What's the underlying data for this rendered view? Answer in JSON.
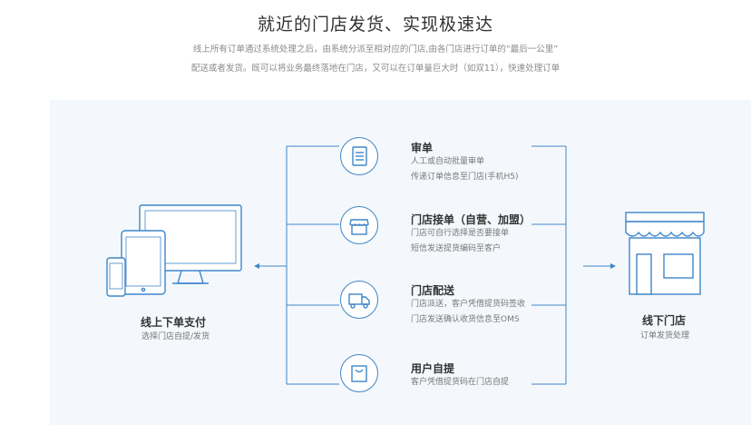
{
  "header": {
    "title": "就近的门店发货、实现极速达",
    "intro_line1": "线上所有订单通过系统处理之后，由系统分派至相对应的门店,由各门店进行订单的“最后一公里”",
    "intro_line2": "配送或者发货。既可以将业务最终落地在门店，又可以在订单量巨大时（如双11），快速处理订单"
  },
  "left": {
    "title": "线上下单支付",
    "subtitle": "选择门店自提/发货"
  },
  "right": {
    "title": "线下门店",
    "subtitle": "订单发货处理"
  },
  "steps": [
    {
      "icon": "document-icon",
      "title": "审单",
      "desc1": "人工或自动批量审单",
      "desc2": "传递订单信息至门店(手机H5)"
    },
    {
      "icon": "storefront-icon",
      "title": "门店接单（自营、加盟）",
      "desc1": "门店可自行选择是否要接单",
      "desc2": "短信发送提货编码至客户"
    },
    {
      "icon": "delivery-truck-icon",
      "title": "门店配送",
      "desc1": "门店派送，客户凭借提货码签收",
      "desc2": "门店发送确认收货信息至OMS"
    },
    {
      "icon": "shopping-bag-icon",
      "title": "用户自提",
      "desc1": "客户凭借提货码在门店自提"
    }
  ],
  "colors": {
    "accent": "#3f86c8",
    "panel": "#f4f8fc",
    "text": "#333333",
    "muted": "#777777"
  }
}
